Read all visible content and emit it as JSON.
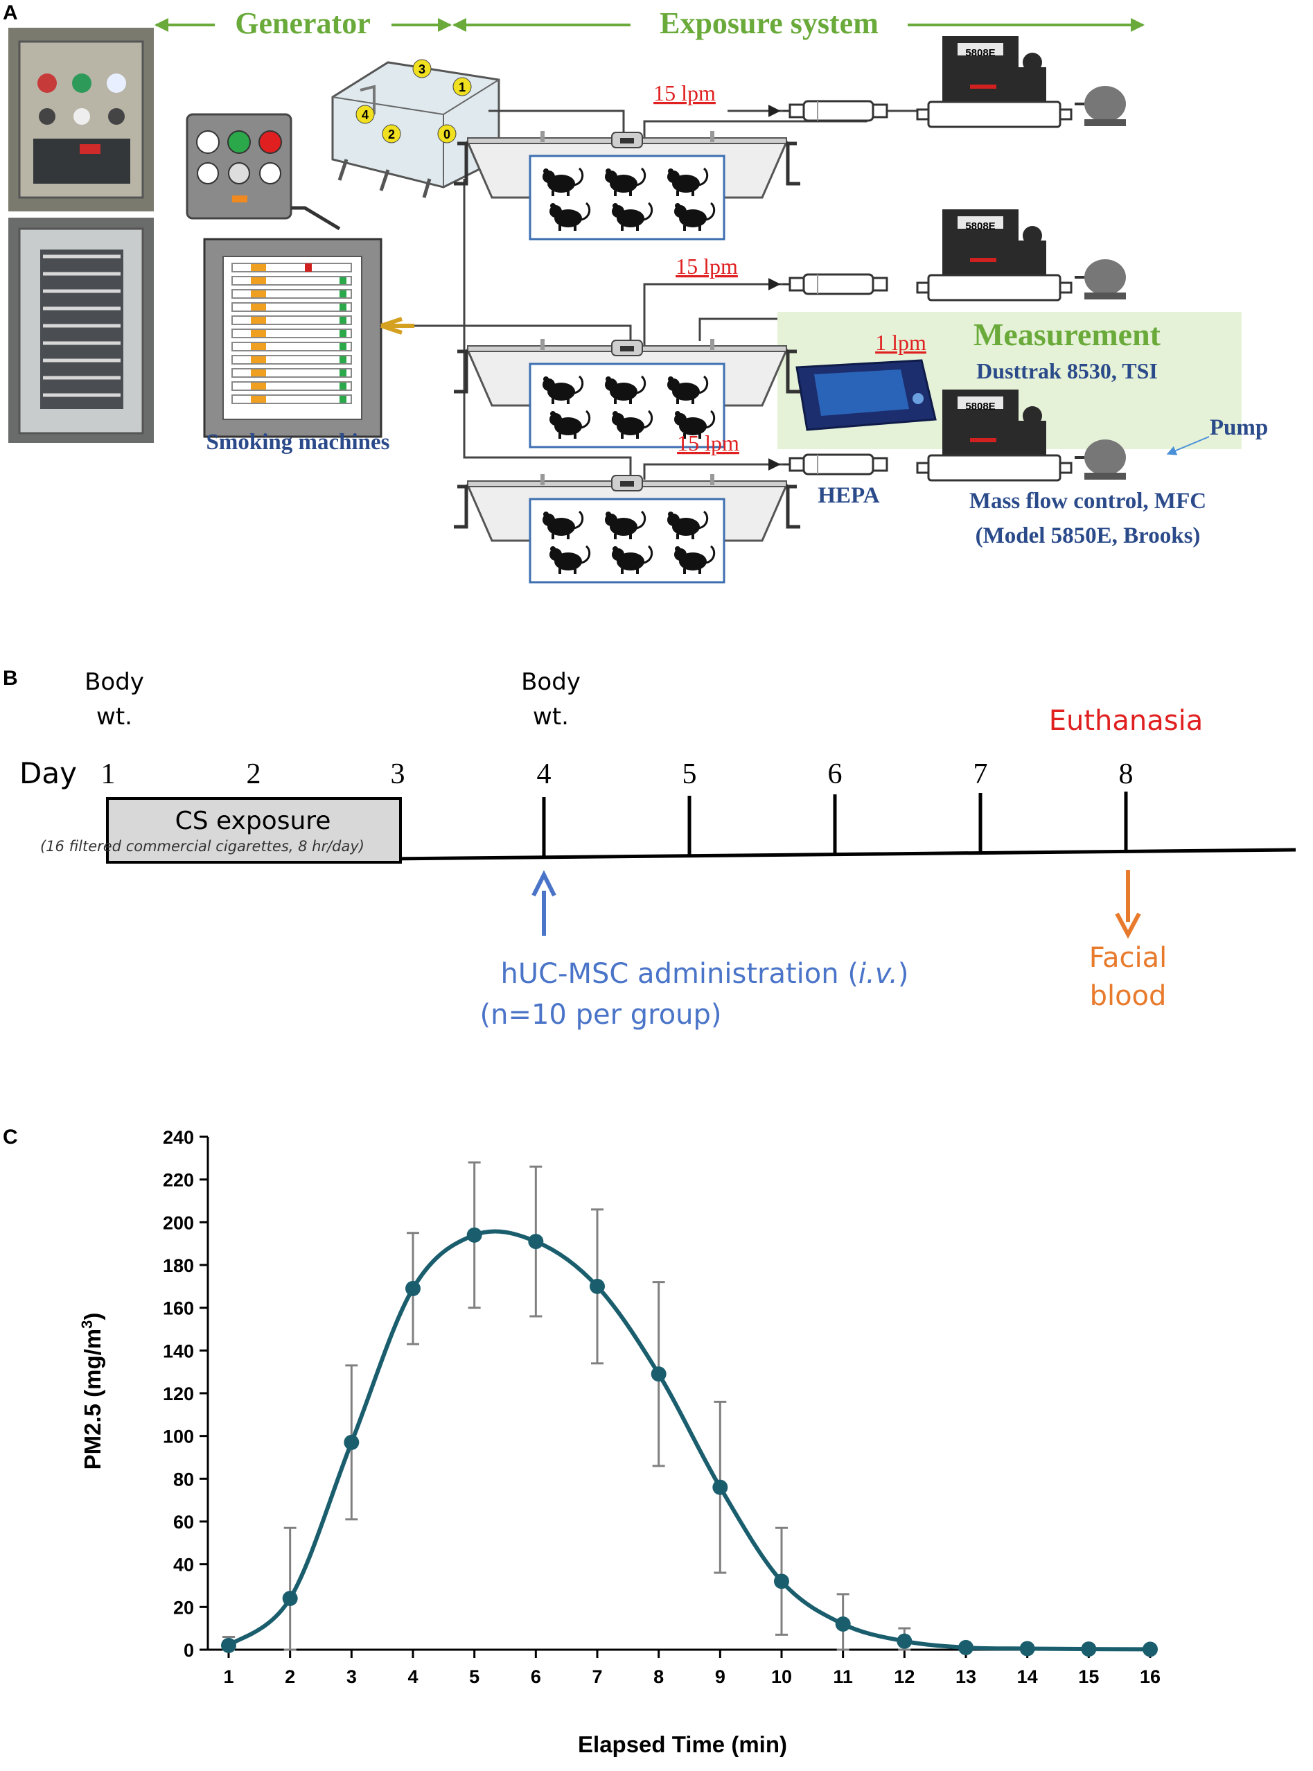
{
  "panel_a": {
    "panel_label": "A",
    "header_generator": "Generator",
    "header_exposure": "Exposure system",
    "flow_top": "15 lpm",
    "flow_mid": "15 lpm",
    "flow_bottom": "15 lpm",
    "flow_sample": "1 lpm",
    "mfc_model_label": "5808E",
    "smoking_machines": "Smoking machines",
    "measurement_title": "Measurement",
    "dusttrak_label": "Dusttrak 8530, TSI",
    "pump_label": "Pump",
    "hepa_label": "HEPA",
    "mfc_label_1": "Mass flow control, MFC",
    "mfc_label_2": "(Model 5850E, Brooks)",
    "chamber_numbers": [
      "3",
      "1",
      "4",
      "2",
      "0"
    ],
    "colors": {
      "green": "#6aaa3a",
      "red": "#e02020",
      "blue": "#2a4a8a",
      "measure_bg": "#e6f2d8"
    }
  },
  "panel_b": {
    "panel_label": "B",
    "body_wt_1_line1": "Body",
    "body_wt_1_line2": "wt.",
    "body_wt_2_line1": "Body",
    "body_wt_2_line2": "wt.",
    "euthanasia": "Euthanasia",
    "day_label": "Day",
    "days": [
      "1",
      "2",
      "3",
      "4",
      "5",
      "6",
      "7",
      "8"
    ],
    "cs_exposure": "CS exposure",
    "cs_detail": "(16 filtered commercial cigarettes, 8 hr/day)",
    "huc_line1_prefix": "hUC-MSC administration (",
    "huc_line1_italic": "i.v.",
    "huc_line1_suffix": ")",
    "huc_line2": "(n=10 per group)",
    "facial_line1": "Facial",
    "facial_line2": "blood",
    "colors": {
      "red": "#e02020",
      "blue": "#4a74c8",
      "orange": "#e87a2c"
    }
  },
  "chart_data": {
    "panel_label": "C",
    "type": "line",
    "xlabel": "Elapsed Time (min)",
    "ylabel_main": "PM2.5 (mg/m",
    "ylabel_sup": "3",
    "ylabel_end": ")",
    "x": [
      1,
      2,
      3,
      4,
      5,
      6,
      7,
      8,
      9,
      10,
      11,
      12,
      13,
      14,
      15,
      16
    ],
    "y": [
      2,
      24,
      97,
      169,
      194,
      191,
      170,
      129,
      76,
      32,
      12,
      4,
      1,
      0.5,
      0.3,
      0.2
    ],
    "error": [
      4,
      33,
      36,
      26,
      34,
      35,
      36,
      43,
      40,
      25,
      14,
      6,
      1,
      0.5,
      0.3,
      0.2
    ],
    "xlim": [
      1,
      16
    ],
    "ylim": [
      0,
      240
    ],
    "yticks": [
      0,
      20,
      40,
      60,
      80,
      100,
      120,
      140,
      160,
      180,
      200,
      220,
      240
    ],
    "xticks": [
      1,
      2,
      3,
      4,
      5,
      6,
      7,
      8,
      9,
      10,
      11,
      12,
      13,
      14,
      15,
      16
    ],
    "grid": false,
    "line_color": "#1a5e6e",
    "error_color": "#808080"
  }
}
